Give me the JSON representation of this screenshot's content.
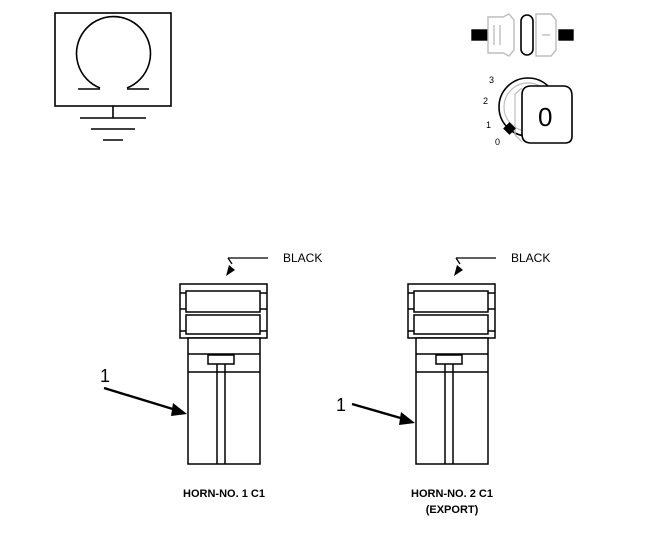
{
  "symbols": {
    "ohmmeter": {
      "icon": "ohmmeter-ground-icon"
    },
    "ignition": {
      "icon": "ignition-key-switch-icon",
      "connector_icon": "connector-unplugged-icon",
      "positions": [
        "3",
        "2",
        "1",
        "0"
      ],
      "key_position": "0"
    }
  },
  "connectors": [
    {
      "color_label": "BLACK",
      "callout_number": "1",
      "caption_line1": "HORN-NO. 1 C1",
      "caption_line2": ""
    },
    {
      "color_label": "BLACK",
      "callout_number": "1",
      "caption_line1": "HORN-NO. 2 C1",
      "caption_line2": "(EXPORT)"
    }
  ],
  "colors": {
    "line": "#000000",
    "fill": "#ffffff",
    "shade": "#bdbdbd"
  }
}
